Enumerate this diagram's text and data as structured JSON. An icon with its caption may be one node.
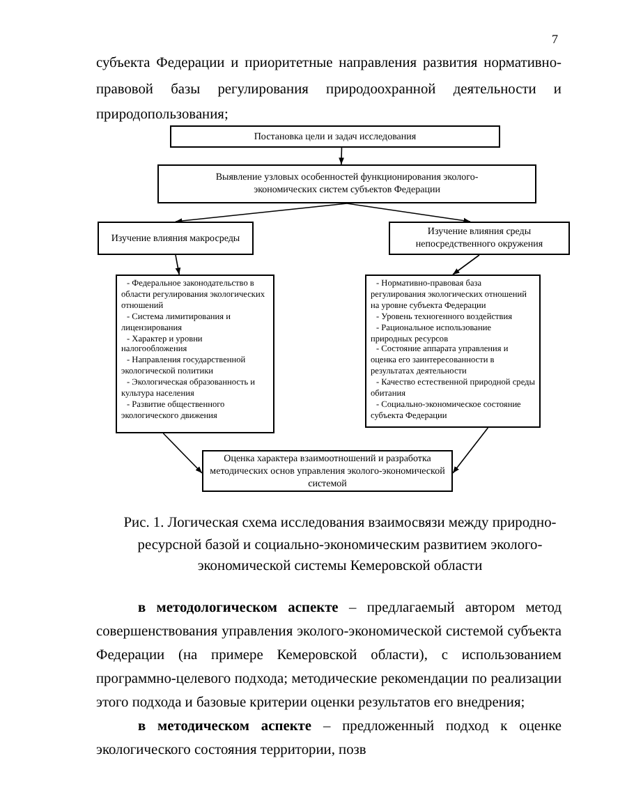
{
  "diagram": {
    "caption": "Рис. 1. Логическая схема исследования взаимосвязи между природно-ресурсной базой и социально-экономическим развитием эколого-экономической системы Кемеровской области",
    "nodes": [
      {
        "text": [
          "Постановка цели и задач исследования"
        ]
      },
      {
        "text": [
          "Выявление узловых особенностей функционирования эколого-экономических систем субъектов Федерации"
        ]
      },
      {
        "text": [
          "Изучение влияния макросреды"
        ]
      },
      {
        "text": [
          "Изучение влияния среды непосредственного окружения"
        ]
      },
      {
        "text": [
          "- Федеральное законодательство в области регулирования экологических отношений",
          "- Система лимитирования и лицензирования",
          "- Характер и уровни налогообложения",
          "- Направления государственной экологической политики",
          "- Экологическая образованность и культура населения",
          "- Развитие общественного экологического движения"
        ]
      },
      {
        "text": [
          "- Нормативно-правовая база регулирования экологических отношений на уровне субъекта Федерации",
          "- Уровень техногенного воздействия",
          "- Рациональное использование природных ресурсов",
          "- Состояние аппарата управления и оценка его заинтересованности в результатах деятельности",
          "- Качество естественной природной среды обитания",
          "- Социально-экономическое состояние субъекта Федерации"
        ]
      },
      {
        "text": [
          "Оценка характера взаимоотношений и разработка методических основ управления эколого-экономической системой"
        ]
      }
    ],
    "edges": [
      {
        "from": 0,
        "to": 1,
        "arrow": "to"
      },
      {
        "from": 1,
        "to": 2,
        "arrow": "to"
      },
      {
        "from": 1,
        "to": 3,
        "arrow": "to"
      },
      {
        "from": 2,
        "to": 4,
        "arrow": "to"
      },
      {
        "from": 3,
        "to": 5,
        "arrow": "to"
      },
      {
        "from": 4,
        "to": 6,
        "arrow": "to"
      },
      {
        "from": 5,
        "to": 6,
        "arrow": "to"
      }
    ],
    "labels": [
      "7",
      "субъекта Федерации и приоритетные направления развития нормативно-правовой базы регулирования природоохранной деятельности и природопользования;",
      "**в методологическом аспекте** – предлагаемый автором метод совершенствования управления эколого-экономической системой субъекта Федерации (на примере Кемеровской области), с использованием программно-целевого подхода; методические рекомендации по реализации этого подхода и базовые критерии оценки результатов его внедрения;",
      "**в методическом аспекте** – предложенный подход к оценке экологического состояния территории, позв"
    ]
  }
}
